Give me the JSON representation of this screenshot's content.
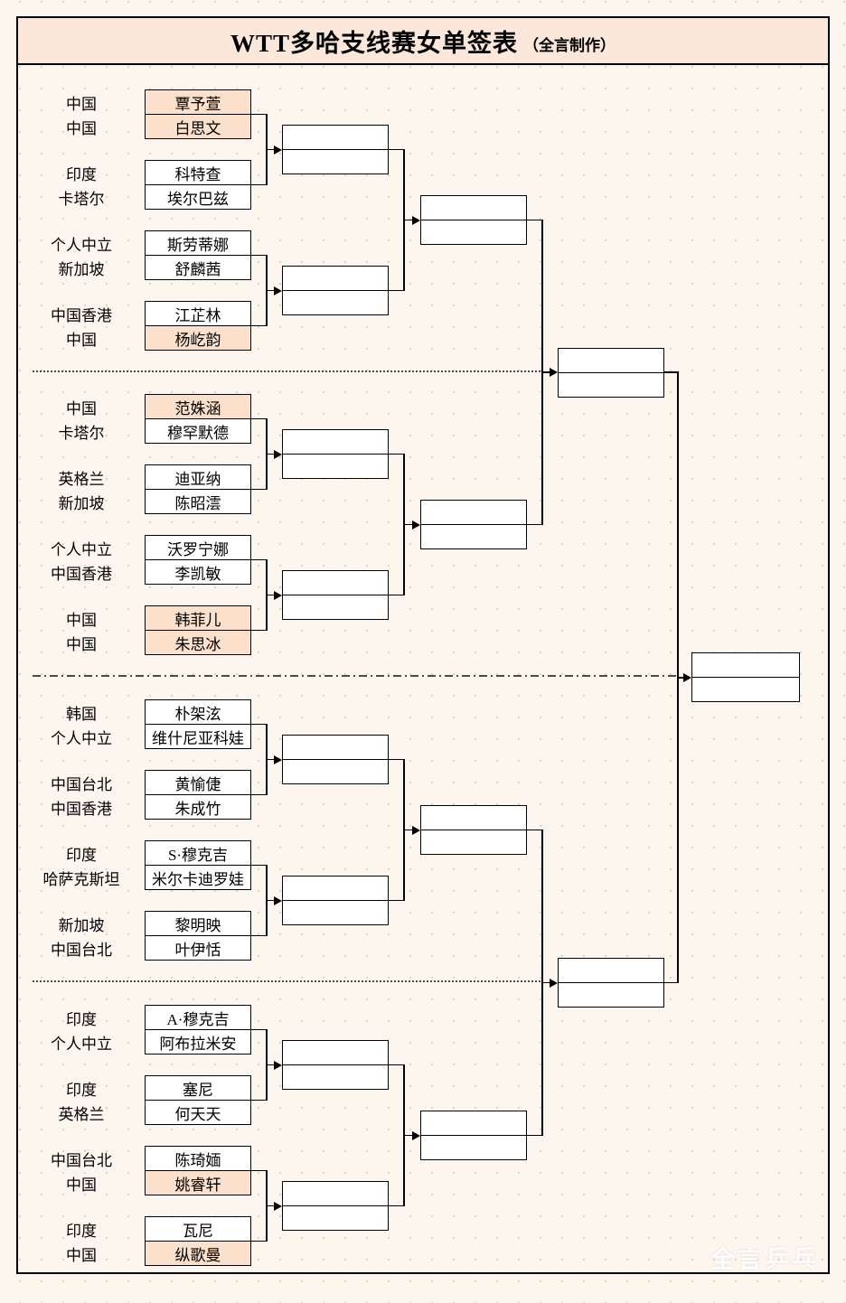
{
  "title": {
    "main": "WTT多哈支线赛女单签表",
    "credit": "（全言制作）"
  },
  "watermark": "全言乒乓",
  "colors": {
    "highlight": "#fbe0cc",
    "page_bg": "#fdf6ef",
    "title_bg": "#fce8da",
    "line": "#000000",
    "watermark_color": "#ffffff"
  },
  "bracket": {
    "pairs": [
      {
        "players": [
          {
            "country": "中国",
            "name": "覃予萱",
            "highlight": true
          },
          {
            "country": "中国",
            "name": "白思文",
            "highlight": true
          }
        ]
      },
      {
        "players": [
          {
            "country": "印度",
            "name": "科特查",
            "highlight": false
          },
          {
            "country": "卡塔尔",
            "name": "埃尔巴兹",
            "highlight": false
          }
        ]
      },
      {
        "players": [
          {
            "country": "个人中立",
            "name": "斯劳蒂娜",
            "highlight": false
          },
          {
            "country": "新加坡",
            "name": "舒麟茜",
            "highlight": false
          }
        ]
      },
      {
        "players": [
          {
            "country": "中国香港",
            "name": "江芷林",
            "highlight": false
          },
          {
            "country": "中国",
            "name": "杨屹韵",
            "highlight": true
          }
        ]
      },
      {
        "players": [
          {
            "country": "中国",
            "name": "范姝涵",
            "highlight": true
          },
          {
            "country": "卡塔尔",
            "name": "穆罕默德",
            "highlight": false
          }
        ]
      },
      {
        "players": [
          {
            "country": "英格兰",
            "name": "迪亚纳",
            "highlight": false
          },
          {
            "country": "新加坡",
            "name": "陈昭澐",
            "highlight": false
          }
        ]
      },
      {
        "players": [
          {
            "country": "个人中立",
            "name": "沃罗宁娜",
            "highlight": false
          },
          {
            "country": "中国香港",
            "name": "李凯敏",
            "highlight": false
          }
        ]
      },
      {
        "players": [
          {
            "country": "中国",
            "name": "韩菲儿",
            "highlight": true
          },
          {
            "country": "中国",
            "name": "朱思冰",
            "highlight": true
          }
        ]
      },
      {
        "players": [
          {
            "country": "韩国",
            "name": "朴架泫",
            "highlight": false
          },
          {
            "country": "个人中立",
            "name": "维什尼亚科娃",
            "highlight": false
          }
        ]
      },
      {
        "players": [
          {
            "country": "中国台北",
            "name": "黄愉倢",
            "highlight": false
          },
          {
            "country": "中国香港",
            "name": "朱成竹",
            "highlight": false
          }
        ]
      },
      {
        "players": [
          {
            "country": "印度",
            "name": "S·穆克吉",
            "highlight": false
          },
          {
            "country": "哈萨克斯坦",
            "name": "米尔卡迪罗娃",
            "highlight": false
          }
        ]
      },
      {
        "players": [
          {
            "country": "新加坡",
            "name": "黎明映",
            "highlight": false
          },
          {
            "country": "中国台北",
            "name": "叶伊恬",
            "highlight": false
          }
        ]
      },
      {
        "players": [
          {
            "country": "印度",
            "name": "A·穆克吉",
            "highlight": false
          },
          {
            "country": "个人中立",
            "name": "阿布拉米安",
            "highlight": false
          }
        ]
      },
      {
        "players": [
          {
            "country": "印度",
            "name": "塞尼",
            "highlight": false
          },
          {
            "country": "英格兰",
            "name": "何天天",
            "highlight": false
          }
        ]
      },
      {
        "players": [
          {
            "country": "中国台北",
            "name": "陈琦媔",
            "highlight": false
          },
          {
            "country": "中国",
            "name": "姚睿轩",
            "highlight": true
          }
        ]
      },
      {
        "players": [
          {
            "country": "印度",
            "name": "瓦尼",
            "highlight": false
          },
          {
            "country": "中国",
            "name": "纵歌曼",
            "highlight": true
          }
        ]
      }
    ]
  }
}
